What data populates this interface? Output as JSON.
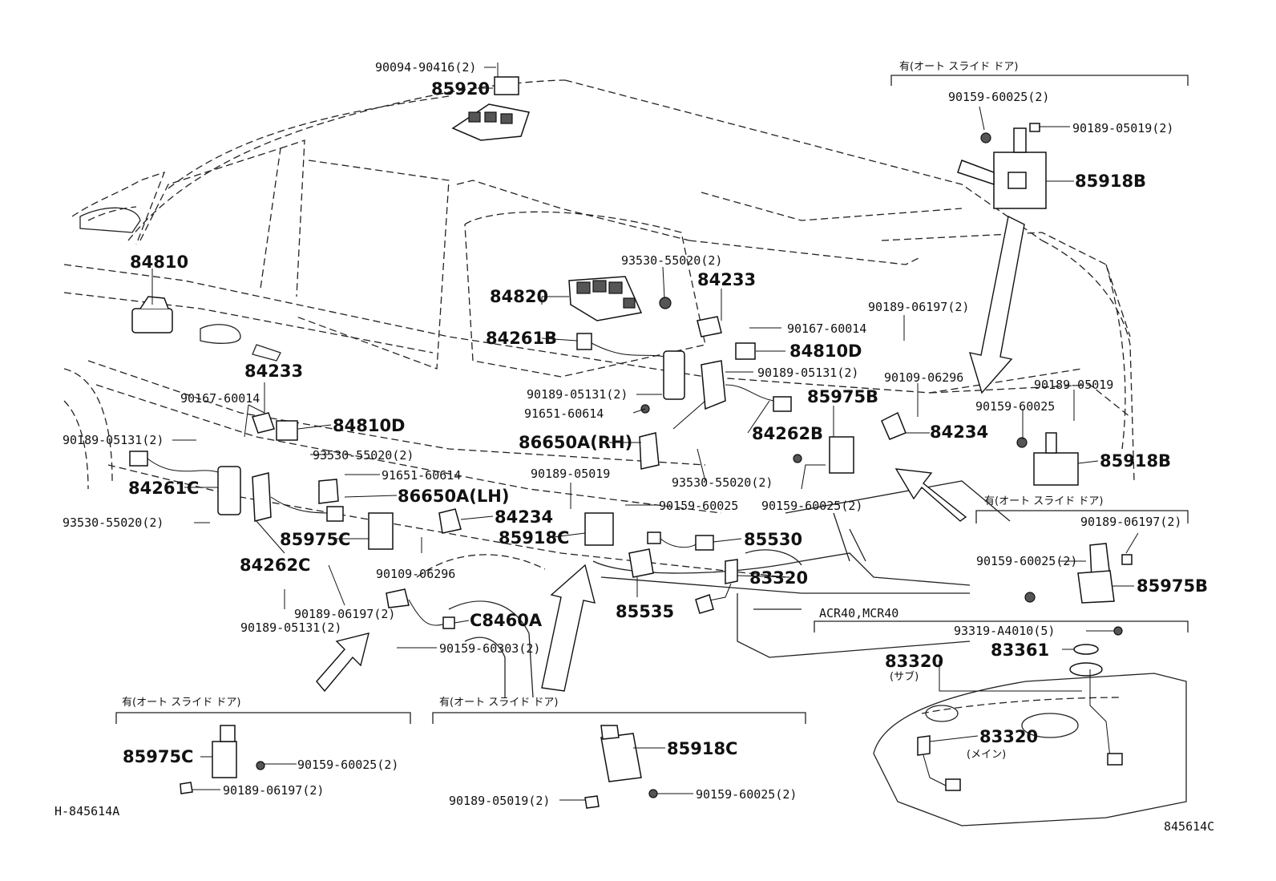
{
  "diagram": {
    "labels": [
      {
        "id": "l1",
        "text": "90094-90416(2)"
      },
      {
        "id": "l2",
        "text": "85920"
      },
      {
        "id": "l3",
        "text": "有(オート スライド ドア)"
      },
      {
        "id": "l4",
        "text": "90159-60025(2)"
      },
      {
        "id": "l5",
        "text": "90189-05019(2)"
      },
      {
        "id": "l6",
        "text": "85918B"
      },
      {
        "id": "l7",
        "text": "84810"
      },
      {
        "id": "l8",
        "text": "93530-55020(2)"
      },
      {
        "id": "l9",
        "text": "84233"
      },
      {
        "id": "l10",
        "text": "84820"
      },
      {
        "id": "l11",
        "text": "90189-06197(2)"
      },
      {
        "id": "l12",
        "text": "90167-60014"
      },
      {
        "id": "l13",
        "text": "84261B"
      },
      {
        "id": "l14",
        "text": "84810D"
      },
      {
        "id": "l15",
        "text": "90189-05131(2)"
      },
      {
        "id": "l16",
        "text": "84233"
      },
      {
        "id": "l17",
        "text": "90109-06296"
      },
      {
        "id": "l18",
        "text": "90189-05019"
      },
      {
        "id": "l19",
        "text": "90189-05131(2)"
      },
      {
        "id": "l20",
        "text": "85975B"
      },
      {
        "id": "l21",
        "text": "90167-60014"
      },
      {
        "id": "l22",
        "text": "91651-60614"
      },
      {
        "id": "l23",
        "text": "84262B"
      },
      {
        "id": "l24",
        "text": "84234"
      },
      {
        "id": "l25",
        "text": "90159-60025"
      },
      {
        "id": "l26",
        "text": "84810D"
      },
      {
        "id": "l27",
        "text": "86650A(RH)"
      },
      {
        "id": "l28",
        "text": "85918B"
      },
      {
        "id": "l29",
        "text": "90189-05131(2)"
      },
      {
        "id": "l30",
        "text": "93530-55020(2)"
      },
      {
        "id": "l31",
        "text": "93530-55020(2)"
      },
      {
        "id": "l32",
        "text": "90189-05019"
      },
      {
        "id": "l33",
        "text": "91651-60614"
      },
      {
        "id": "l34",
        "text": "84261C"
      },
      {
        "id": "l35",
        "text": "86650A(LH)"
      },
      {
        "id": "l36",
        "text": "90159-60025"
      },
      {
        "id": "l37",
        "text": "90159-60025(2)"
      },
      {
        "id": "l38",
        "text": "有(オート スライド ドア)"
      },
      {
        "id": "l39",
        "text": "93530-55020(2)"
      },
      {
        "id": "l40",
        "text": "84234"
      },
      {
        "id": "l41",
        "text": "90189-06197(2)"
      },
      {
        "id": "l42",
        "text": "85975C"
      },
      {
        "id": "l43",
        "text": "85918C"
      },
      {
        "id": "l44",
        "text": "85530"
      },
      {
        "id": "l45",
        "text": "90159-60025(2)"
      },
      {
        "id": "l46",
        "text": "84262C"
      },
      {
        "id": "l47",
        "text": "90109-06296"
      },
      {
        "id": "l48",
        "text": "83320"
      },
      {
        "id": "l49",
        "text": "85975B"
      },
      {
        "id": "l50",
        "text": "90189-06197(2)"
      },
      {
        "id": "l51",
        "text": "85535"
      },
      {
        "id": "l52",
        "text": "C8460A"
      },
      {
        "id": "l53",
        "text": "ACR40,MCR40"
      },
      {
        "id": "l54",
        "text": "90189-05131(2)"
      },
      {
        "id": "l55",
        "text": "90159-60303(2)"
      },
      {
        "id": "l56",
        "text": "93319-A4010(5)"
      },
      {
        "id": "l57",
        "text": "83361"
      },
      {
        "id": "l58",
        "text": "83320"
      },
      {
        "id": "l59",
        "text": "(サブ)"
      },
      {
        "id": "l60",
        "text": "有(オート スライド ドア)"
      },
      {
        "id": "l61",
        "text": "有(オート スライド ドア)"
      },
      {
        "id": "l62",
        "text": "85975C"
      },
      {
        "id": "l63",
        "text": "90159-60025(2)"
      },
      {
        "id": "l64",
        "text": "85918C"
      },
      {
        "id": "l65",
        "text": "83320"
      },
      {
        "id": "l66",
        "text": "(メイン)"
      },
      {
        "id": "l67",
        "text": "90189-06197(2)"
      },
      {
        "id": "l68",
        "text": "90189-05019(2)"
      },
      {
        "id": "l69",
        "text": "90159-60025(2)"
      },
      {
        "id": "l70",
        "text": "H-845614A"
      },
      {
        "id": "l71",
        "text": "845614C"
      }
    ]
  }
}
